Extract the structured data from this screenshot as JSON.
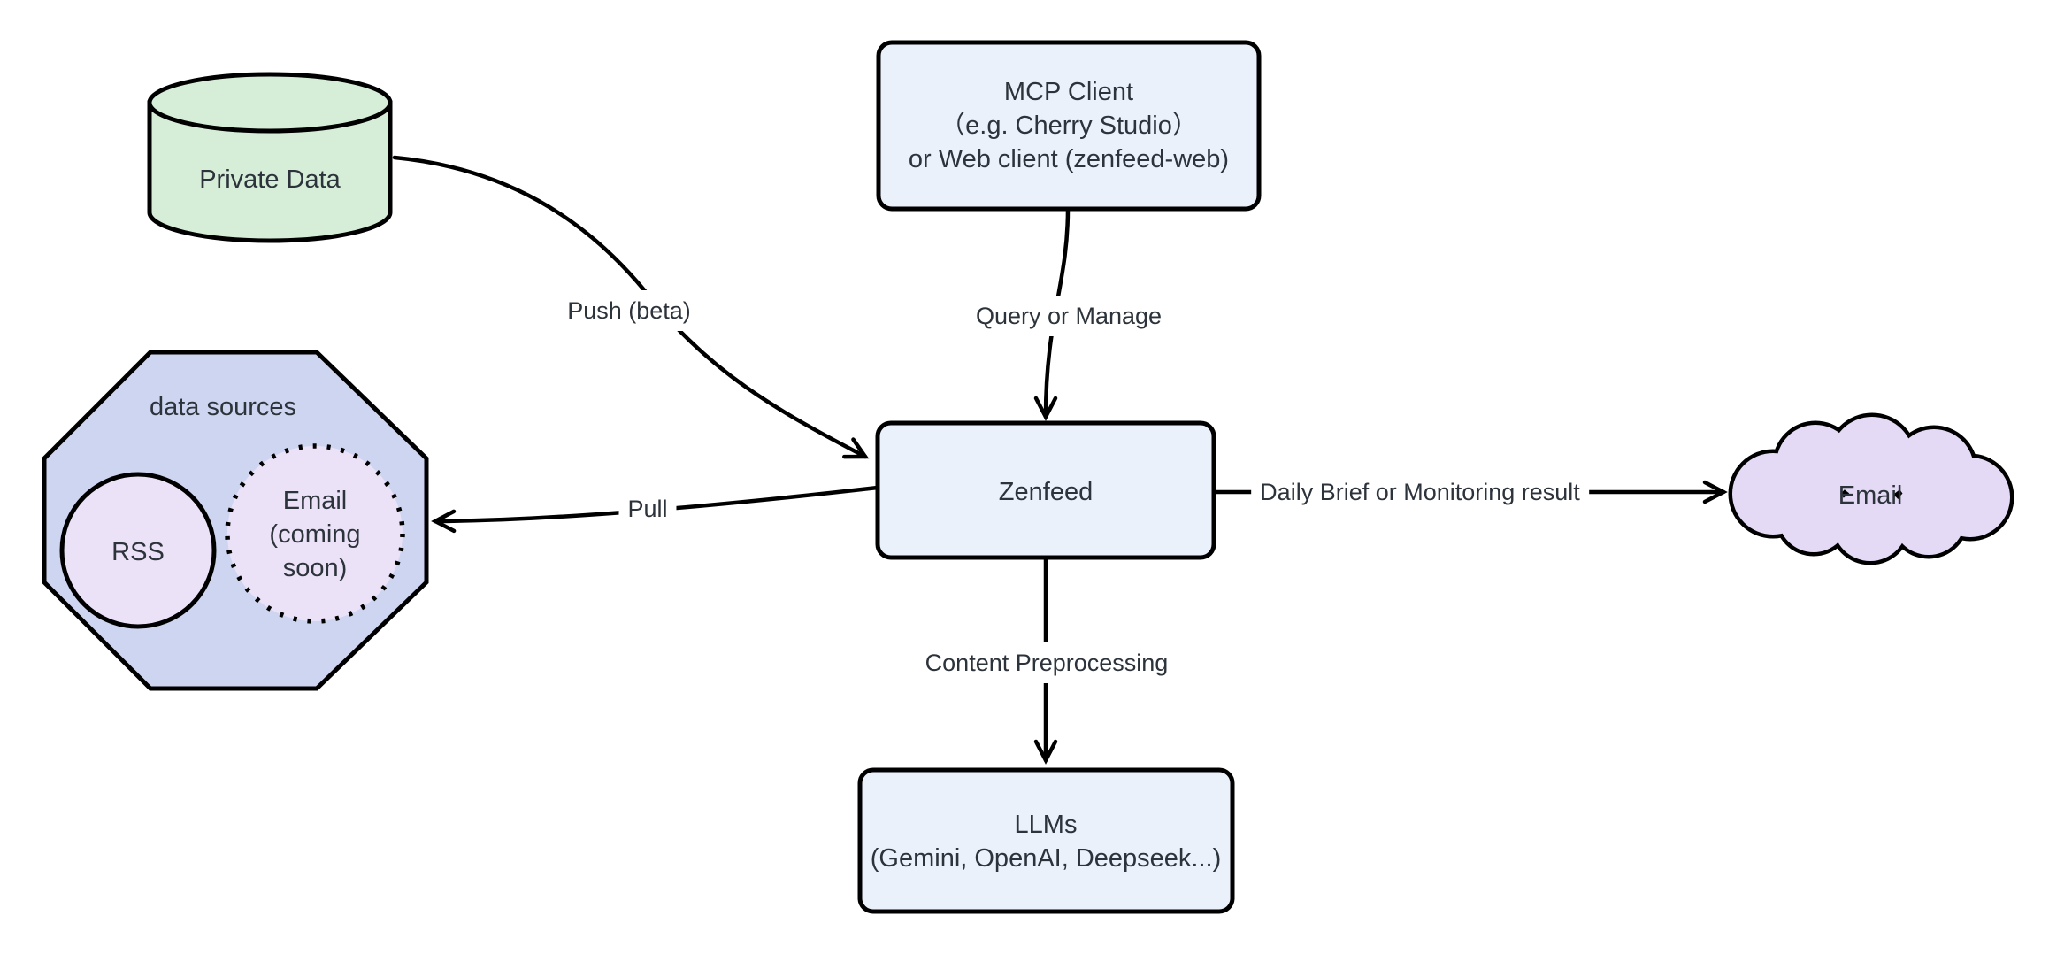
{
  "diagram": {
    "type": "flowchart",
    "background": "#ffffff",
    "line_color": "#000000",
    "text_color": "#2d333b"
  },
  "nodes": {
    "private_data": {
      "label": "Private Data",
      "shape": "cylinder",
      "fill": "#d6eed8"
    },
    "mcp_client": {
      "lines": [
        "MCP Client",
        "（e.g. Cherry Studio）",
        "or Web client (zenfeed-web)"
      ],
      "shape": "rounded-rectangle",
      "fill": "#eaf1fb"
    },
    "data_sources": {
      "label": "data sources",
      "shape": "octagon",
      "fill": "#cdd5f0"
    },
    "rss": {
      "label": "RSS",
      "shape": "circle",
      "fill": "#ebe2f8"
    },
    "email_source": {
      "lines": [
        "Email",
        "(coming",
        "soon)"
      ],
      "shape": "dotted-circle",
      "fill": "#ebe2f8"
    },
    "zenfeed": {
      "label": "Zenfeed",
      "shape": "rounded-rectangle",
      "fill": "#eaf1fb"
    },
    "email_delivery": {
      "label": "Email",
      "shape": "cloud",
      "fill": "#e4daf6"
    },
    "llms": {
      "lines": [
        "LLMs",
        "(Gemini, OpenAI, Deepseek...)"
      ],
      "shape": "rounded-rectangle",
      "fill": "#eaf1fb"
    }
  },
  "edges": {
    "push": {
      "label": "Push (beta)",
      "from": "private_data",
      "to": "zenfeed"
    },
    "query_or_manage": {
      "label": "Query or Manage",
      "from": "mcp_client",
      "to": "zenfeed"
    },
    "pull": {
      "label": "Pull",
      "from": "zenfeed",
      "to": "data_sources"
    },
    "daily_brief": {
      "label": "Daily Brief or Monitoring result",
      "from": "zenfeed",
      "to": "email_delivery"
    },
    "content_preprocessing": {
      "label": "Content Preprocessing",
      "from": "zenfeed",
      "to": "llms"
    }
  }
}
